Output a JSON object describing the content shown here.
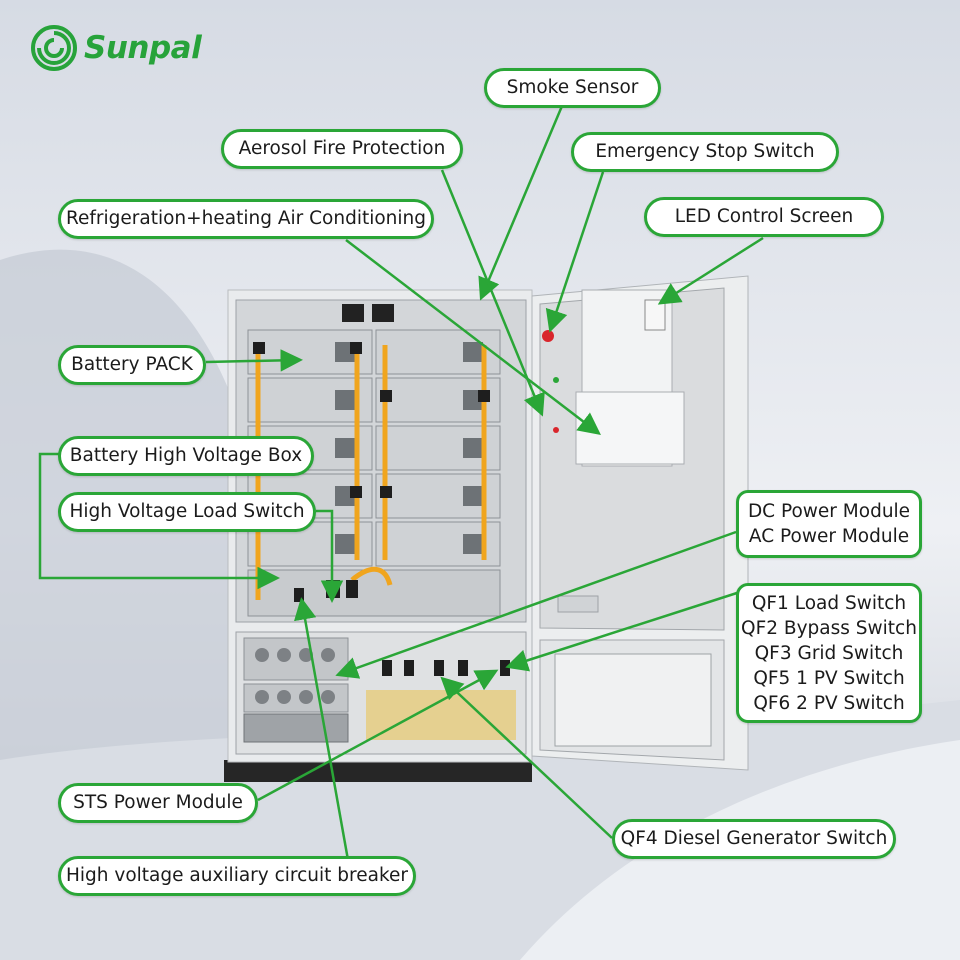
{
  "brand": {
    "name": "Sunpal",
    "color": "#27a33a"
  },
  "accent_color": "#2aa637",
  "callouts": {
    "smoke_sensor": "Smoke Sensor",
    "aerosol_fire_protection": "Aerosol Fire Protection",
    "emergency_stop_switch": "Emergency Stop Switch",
    "air_conditioning": "Refrigeration+heating Air Conditioning",
    "led_control_screen": "LED Control Screen",
    "battery_pack": "Battery PACK",
    "battery_hv_box": "Battery High Voltage Box",
    "hv_load_switch": "High Voltage Load Switch",
    "power_modules": [
      "DC Power Module",
      "AC Power Module"
    ],
    "qf_switches": [
      "QF1 Load Switch",
      "QF2 Bypass Switch",
      "QF3 Grid Switch",
      "QF5 1 PV Switch",
      "QF6 2 PV Switch"
    ],
    "sts_power_module": "STS Power Module",
    "qf4_diesel_switch": "QF4 Diesel Generator Switch",
    "hv_aux_breaker": "High voltage auxiliary circuit breaker"
  }
}
